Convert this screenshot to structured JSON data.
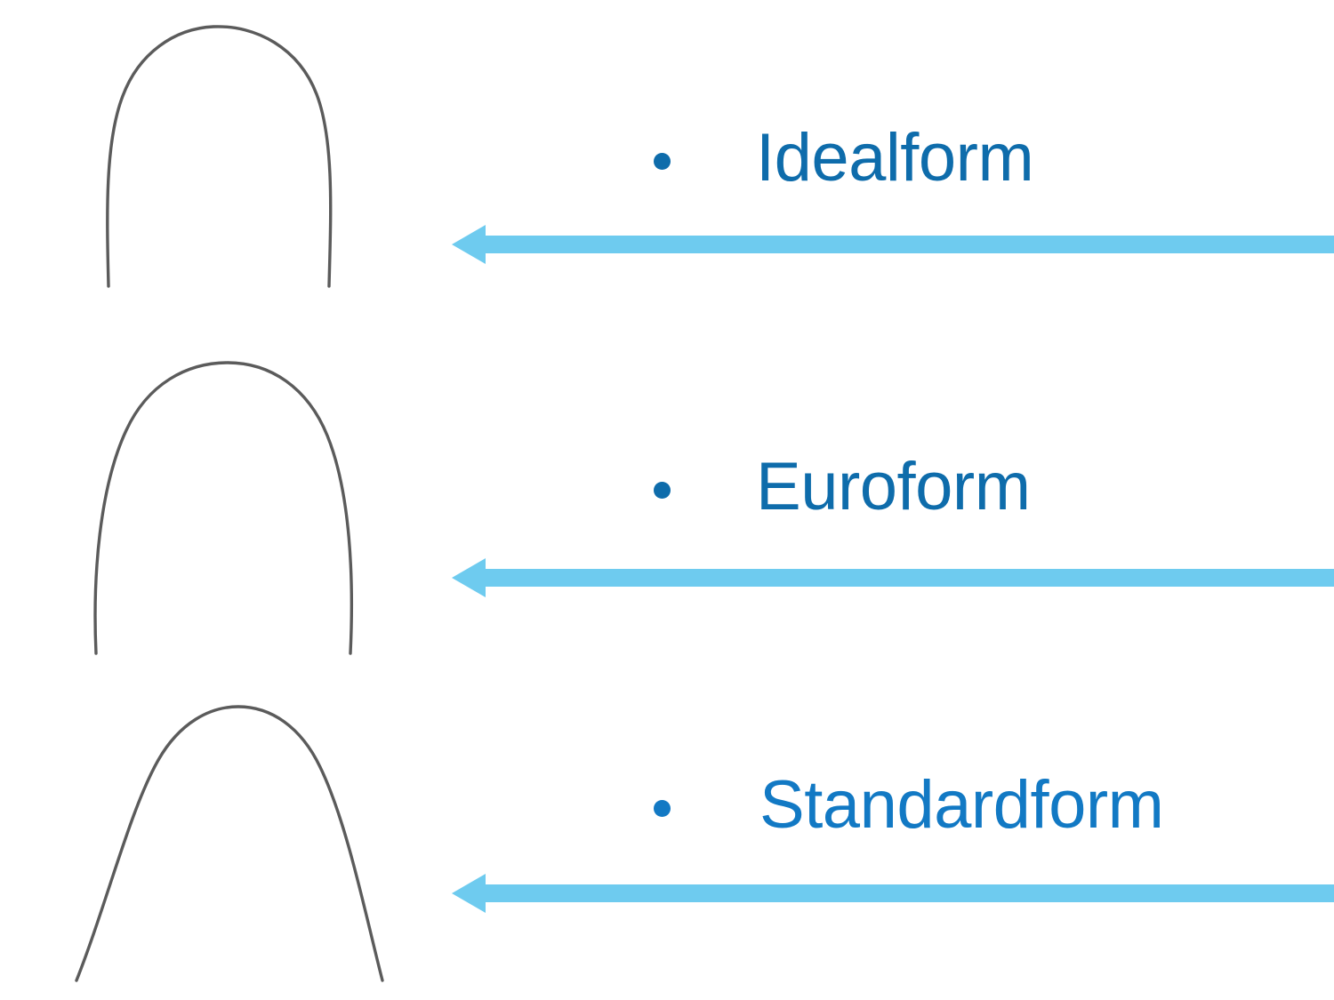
{
  "slide": {
    "background_color": "#ffffff",
    "wire_color": "#5b5b5b",
    "arrow_color": "#6ecbef"
  },
  "items": [
    {
      "id": "idealform",
      "label": "Idealform",
      "bullet": "bullet-dot",
      "text_color": "#0e6cab",
      "bullet_color": "#0e6cab",
      "arrow": {
        "name": "left-arrow",
        "direction": "left",
        "color": "#6ecbef"
      },
      "archwire": {
        "name": "archwire-idealform",
        "shape": "tapered-narrow-u",
        "description": "Tall narrow U-shaped archwire with near-vertical parallel legs"
      }
    },
    {
      "id": "euroform",
      "label": "Euroform",
      "bullet": "bullet-dot",
      "text_color": "#0e6cab",
      "bullet_color": "#0e6cab",
      "arrow": {
        "name": "left-arrow",
        "direction": "left",
        "color": "#6ecbef"
      },
      "archwire": {
        "name": "archwire-euroform",
        "shape": "ovoid-parabolic",
        "description": "Parabolic ogival archwire with gently flaring legs"
      }
    },
    {
      "id": "standardform",
      "label": "Standardform",
      "bullet": "bullet-dot",
      "text_color": "#1279c4",
      "bullet_color": "#1279c4",
      "arrow": {
        "name": "left-arrow",
        "direction": "left",
        "color": "#6ecbef"
      },
      "archwire": {
        "name": "archwire-standardform",
        "shape": "rounded-wide-v",
        "description": "Rounded wide archwire with strongly divergent straight legs"
      }
    }
  ]
}
